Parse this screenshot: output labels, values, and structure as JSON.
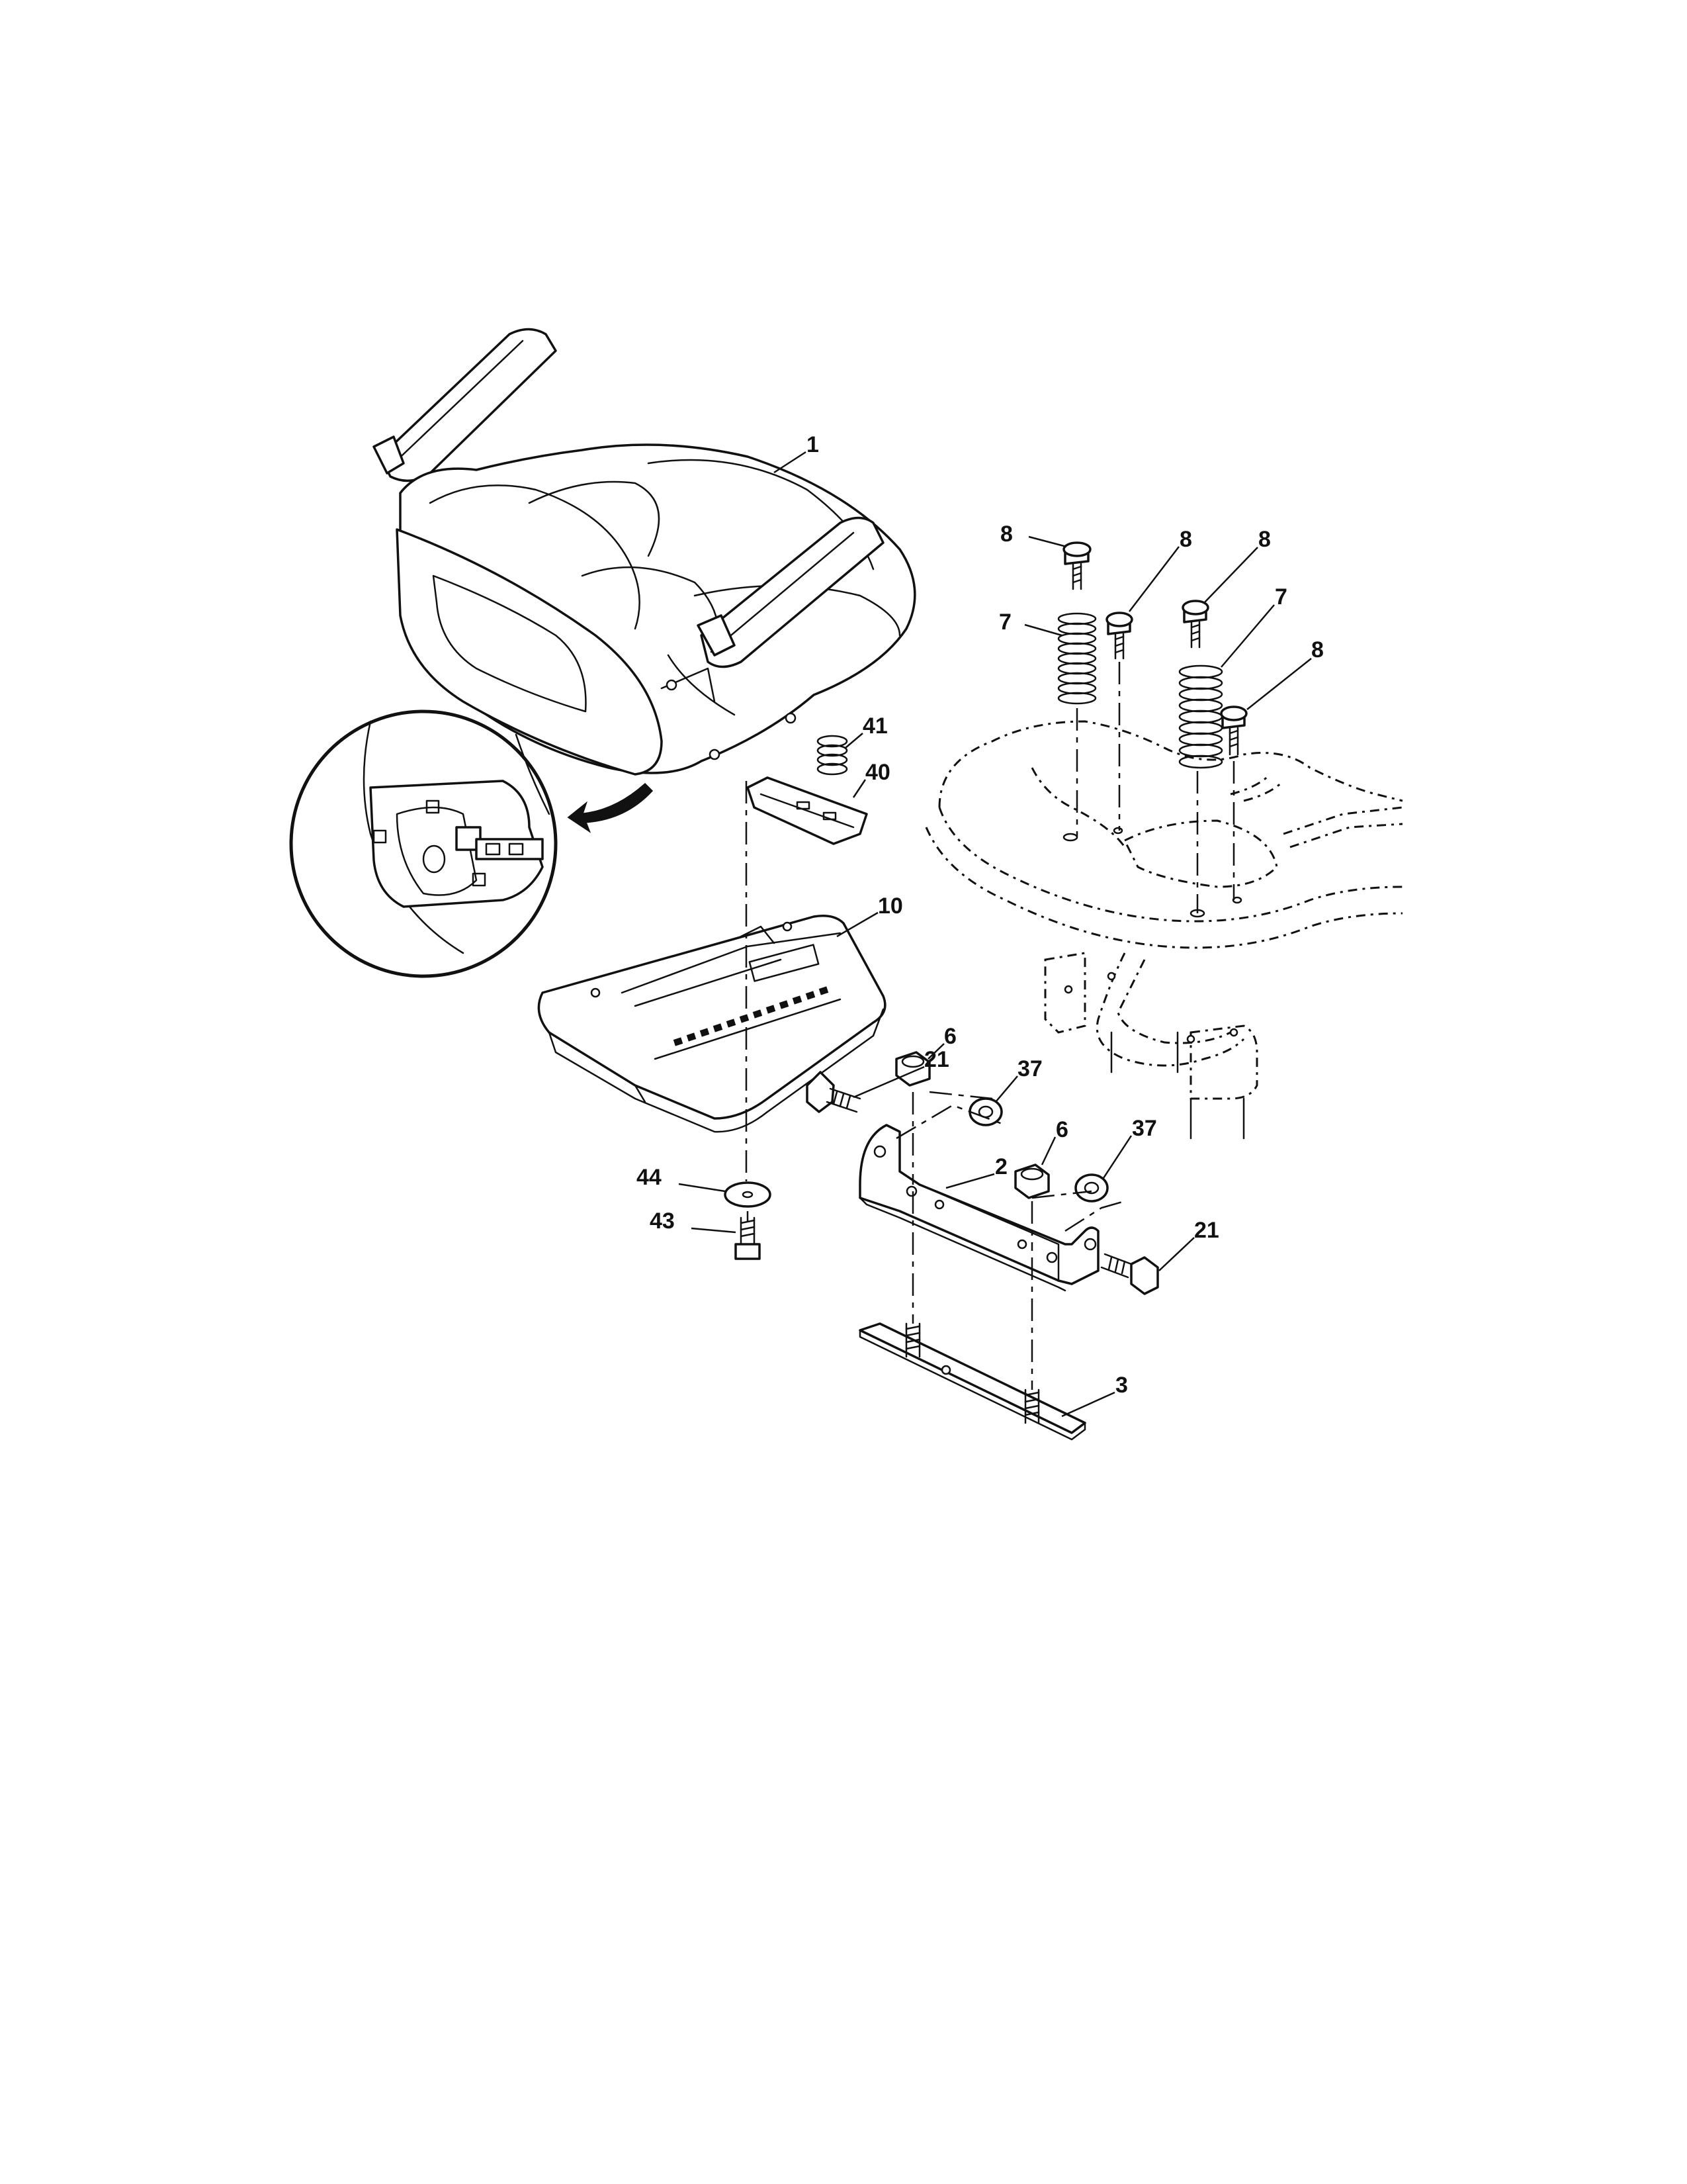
{
  "diagram": {
    "callouts": [
      {
        "id": "seat",
        "label": "1"
      },
      {
        "id": "bolt-8-a",
        "label": "8"
      },
      {
        "id": "bolt-8-b",
        "label": "8"
      },
      {
        "id": "bolt-8-c",
        "label": "8"
      },
      {
        "id": "bolt-8-d",
        "label": "8"
      },
      {
        "id": "spring-7-a",
        "label": "7"
      },
      {
        "id": "spring-7-b",
        "label": "7"
      },
      {
        "id": "spring-41",
        "label": "41"
      },
      {
        "id": "clip-40",
        "label": "40"
      },
      {
        "id": "seat-pan-10",
        "label": "10"
      },
      {
        "id": "bolt-21-a",
        "label": "21"
      },
      {
        "id": "nut-6-a",
        "label": "6"
      },
      {
        "id": "nut-37-a",
        "label": "37"
      },
      {
        "id": "nut-6-b",
        "label": "6"
      },
      {
        "id": "nut-37-b",
        "label": "37"
      },
      {
        "id": "bracket-2",
        "label": "2"
      },
      {
        "id": "bolt-21-b",
        "label": "21"
      },
      {
        "id": "washer-44",
        "label": "44"
      },
      {
        "id": "screw-43",
        "label": "43"
      },
      {
        "id": "plate-3",
        "label": "3"
      }
    ]
  }
}
